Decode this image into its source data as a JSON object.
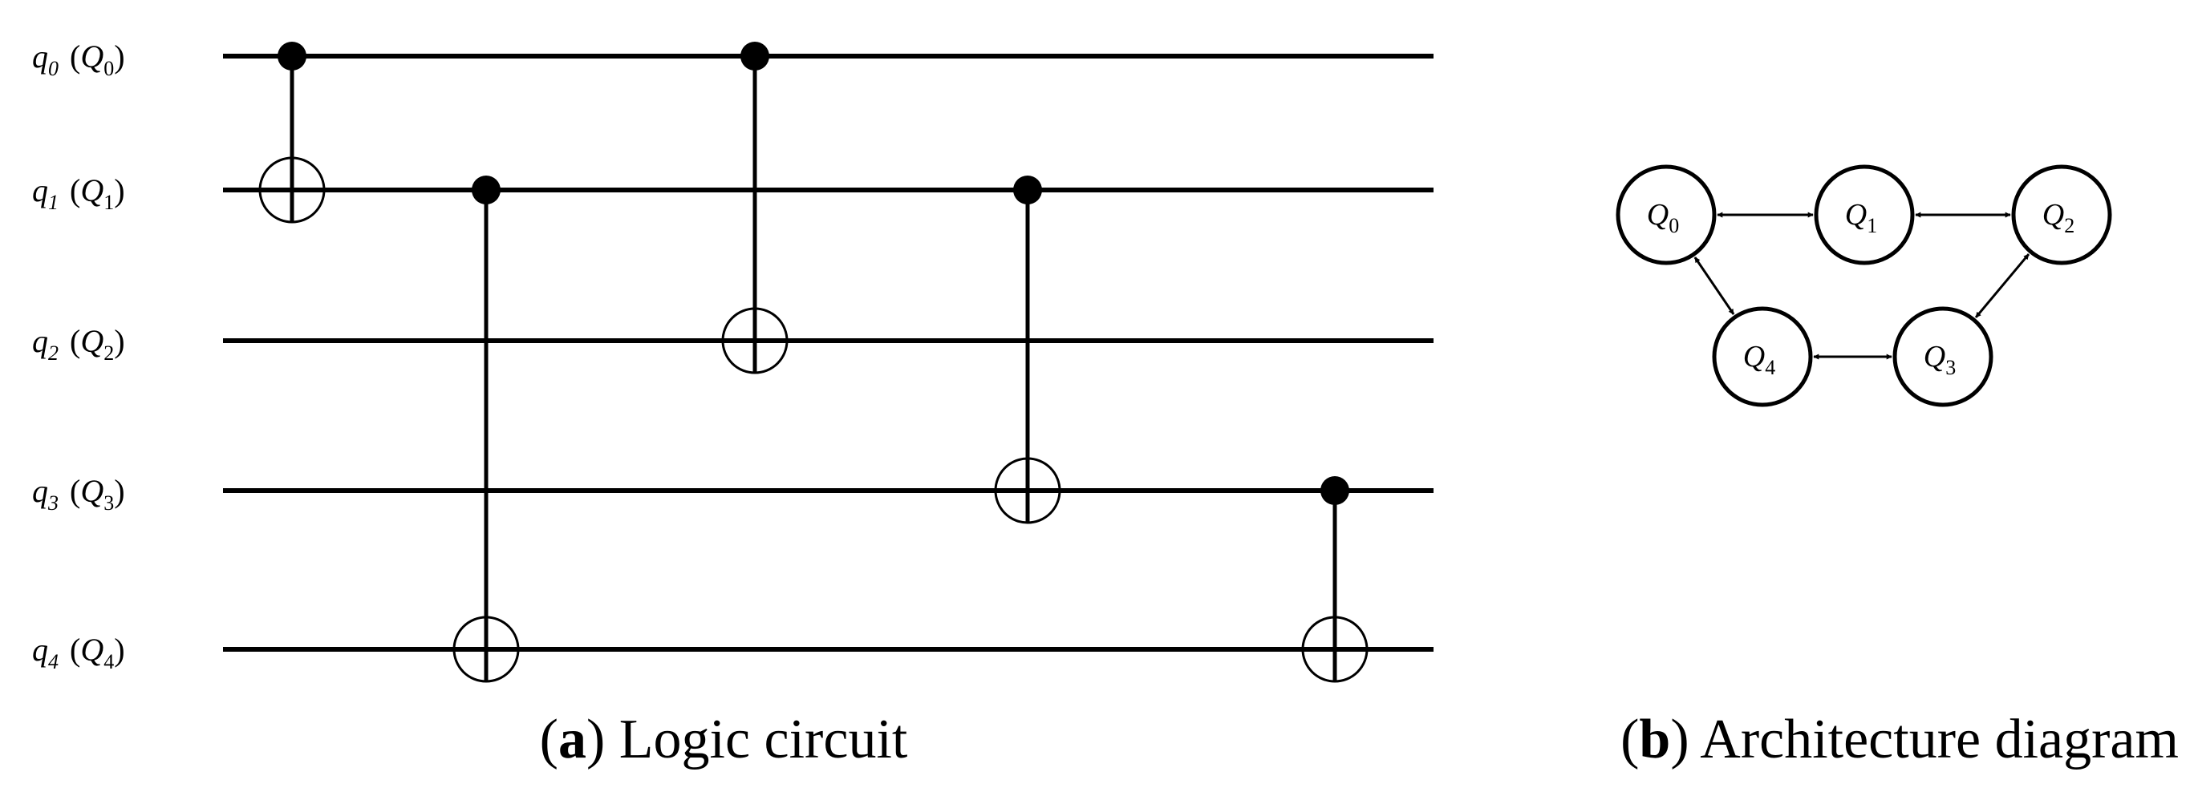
{
  "circuit": {
    "qubits": [
      {
        "logical": "q",
        "logical_index": "0",
        "physical": "Q",
        "physical_index": "0"
      },
      {
        "logical": "q",
        "logical_index": "1",
        "physical": "Q",
        "physical_index": "1"
      },
      {
        "logical": "q",
        "logical_index": "2",
        "physical": "Q",
        "physical_index": "2"
      },
      {
        "logical": "q",
        "logical_index": "3",
        "physical": "Q",
        "physical_index": "3"
      },
      {
        "logical": "q",
        "logical_index": "4",
        "physical": "Q",
        "physical_index": "4"
      }
    ],
    "gates": [
      {
        "type": "CNOT",
        "control": 0,
        "target": 1
      },
      {
        "type": "CNOT",
        "control": 1,
        "target": 4
      },
      {
        "type": "CNOT",
        "control": 0,
        "target": 2
      },
      {
        "type": "CNOT",
        "control": 1,
        "target": 3
      },
      {
        "type": "CNOT",
        "control": 3,
        "target": 4
      }
    ],
    "caption": {
      "letter": "a",
      "text": "Logic circuit"
    }
  },
  "architecture": {
    "nodes": [
      {
        "id": "Q0",
        "label": "Q",
        "index": "0"
      },
      {
        "id": "Q1",
        "label": "Q",
        "index": "1"
      },
      {
        "id": "Q2",
        "label": "Q",
        "index": "2"
      },
      {
        "id": "Q3",
        "label": "Q",
        "index": "3"
      },
      {
        "id": "Q4",
        "label": "Q",
        "index": "4"
      }
    ],
    "edges": [
      {
        "from": "Q0",
        "to": "Q1"
      },
      {
        "from": "Q1",
        "to": "Q2"
      },
      {
        "from": "Q0",
        "to": "Q4"
      },
      {
        "from": "Q4",
        "to": "Q3"
      },
      {
        "from": "Q3",
        "to": "Q2"
      }
    ],
    "caption": {
      "letter": "b",
      "text": "Architecture diagram"
    }
  }
}
